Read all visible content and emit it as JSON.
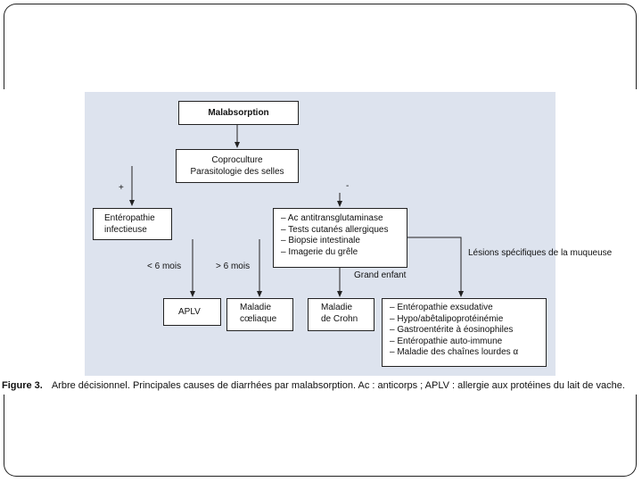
{
  "diagram": {
    "nodes": {
      "root": "Malabsorption",
      "coproculture": [
        "Coproculture",
        "Parasitologie des selles"
      ],
      "infectious": [
        "Entéropathie",
        "infectieuse"
      ],
      "tests": [
        "– Ac antitransglutaminase",
        "– Tests cutanés allergiques",
        "– Biopsie intestinale",
        "– Imagerie du grêle"
      ],
      "aplv": "APLV",
      "celiac": [
        "Maladie",
        "cœliaque"
      ],
      "crohn": [
        "Maladie",
        "de Crohn"
      ],
      "lesions_list": [
        "– Entéropathie exsudative",
        "– Hypo/abêtalipoprotéinémie",
        "– Gastroentérite à éosinophiles",
        "– Entéropathie auto-immune",
        "– Maladie des chaînes lourdes α"
      ]
    },
    "edge_labels": {
      "plus": "+",
      "minus": "-",
      "under6": "< 6 mois",
      "over6": "> 6 mois",
      "older_child": [
        "Grand",
        "enfant"
      ],
      "lesions": [
        "Lésions",
        "spécifiques de la",
        "muqueuse"
      ]
    }
  },
  "caption": {
    "label": "Figure 3.",
    "text": "Arbre décisionnel. Principales causes de diarrhées par malabsorption. Ac : anticorps ; APLV : allergie aux protéines du lait de vache."
  }
}
